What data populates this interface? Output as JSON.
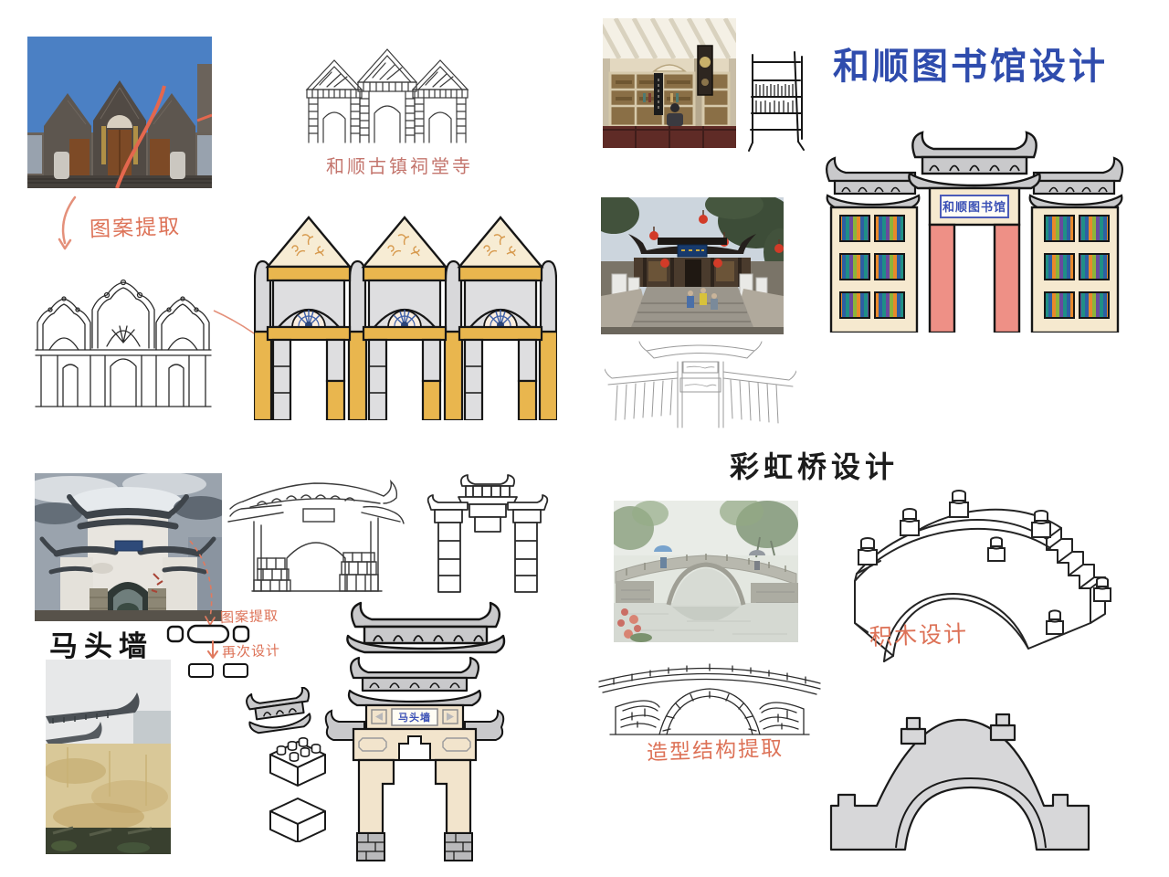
{
  "board": {
    "background": "#ffffff"
  },
  "colors": {
    "title_blue": "#2f4cad",
    "caption_red": "#c4766e",
    "handwritten_salmon": "#dd7257",
    "ink": "#1c1c1c",
    "gold": "#e9b64e",
    "cream": "#f6e9cf",
    "roof_gray": "#c9c9cb",
    "pillar_salmon": "#ee9086",
    "sign_blue": "#3a50b5"
  },
  "library_section": {
    "title": "和顺图书馆设计",
    "sketch_caption": "和顺古镇祠堂寺",
    "pattern_note": "图案提取",
    "gate_sign": "和顺图书馆"
  },
  "matou_section": {
    "label": "马头墙",
    "pattern_note": "图案提取",
    "redesign_note": "再次设计",
    "arch_sign": "马头墙"
  },
  "bridge_section": {
    "title": "彩虹桥设计",
    "blocks_note": "积木设计",
    "structure_note": "造型结构提取"
  }
}
